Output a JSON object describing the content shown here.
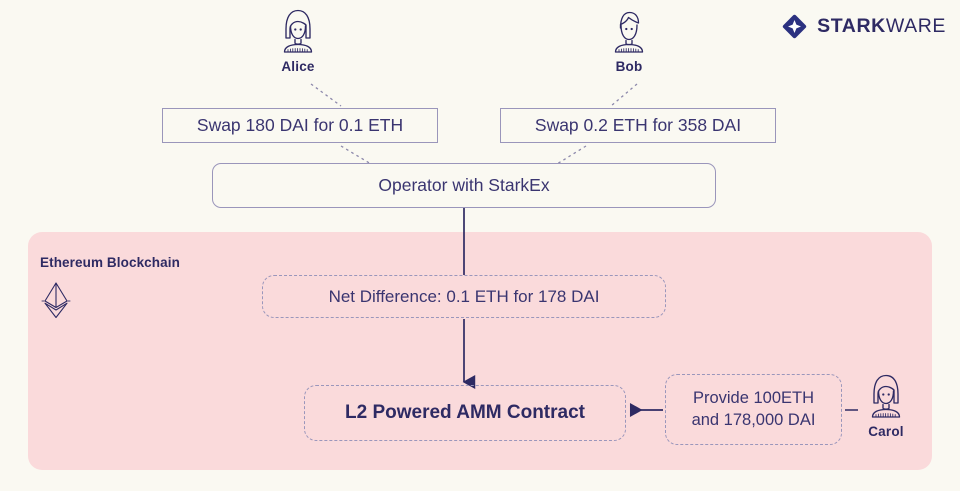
{
  "brand": {
    "name_bold": "STARK",
    "name_light": "WARE",
    "mark_icon": "starkware-diamond-star-icon"
  },
  "region": {
    "label": "Ethereum Blockchain",
    "icon": "ethereum-diamond-icon",
    "fill_color": "#fadadb"
  },
  "colors": {
    "page_background": "#faf9f2",
    "text_navy": "#2e2a63",
    "text_indigo": "#3a3570",
    "border_lavender": "#9a96bb",
    "region_pink": "#fadadb",
    "brand_blue": "#2b3180"
  },
  "people": [
    {
      "name": "Alice",
      "icon": "user-female-avatar-icon"
    },
    {
      "name": "Bob",
      "icon": "user-male-avatar-icon"
    },
    {
      "name": "Carol",
      "icon": "user-female-avatar-icon"
    }
  ],
  "boxes": {
    "alice_swap": "Swap 180 DAI for 0.1 ETH",
    "bob_swap": "Swap 0.2 ETH for 358 DAI",
    "operator": "Operator with StarkEx",
    "net_difference": "Net Difference: 0.1 ETH for 178 DAI",
    "amm_contract": "L2 Powered AMM Contract",
    "carol_provide_line1": "Provide 100ETH",
    "carol_provide_line2": "and 178,000 DAI"
  },
  "connectors": [
    {
      "name": "alice-to-swap",
      "style": "dotted"
    },
    {
      "name": "swap-to-operator",
      "style": "dotted"
    },
    {
      "name": "bob-to-swap",
      "style": "dotted"
    },
    {
      "name": "bob-swap-to-operator",
      "style": "dotted"
    },
    {
      "name": "operator-to-net-difference",
      "style": "solid-line"
    },
    {
      "name": "net-difference-to-amm",
      "style": "solid-arrow-down"
    },
    {
      "name": "carol-to-amm",
      "style": "solid-arrow-left"
    },
    {
      "name": "carol-avatar-to-box",
      "style": "solid-short-line"
    }
  ]
}
